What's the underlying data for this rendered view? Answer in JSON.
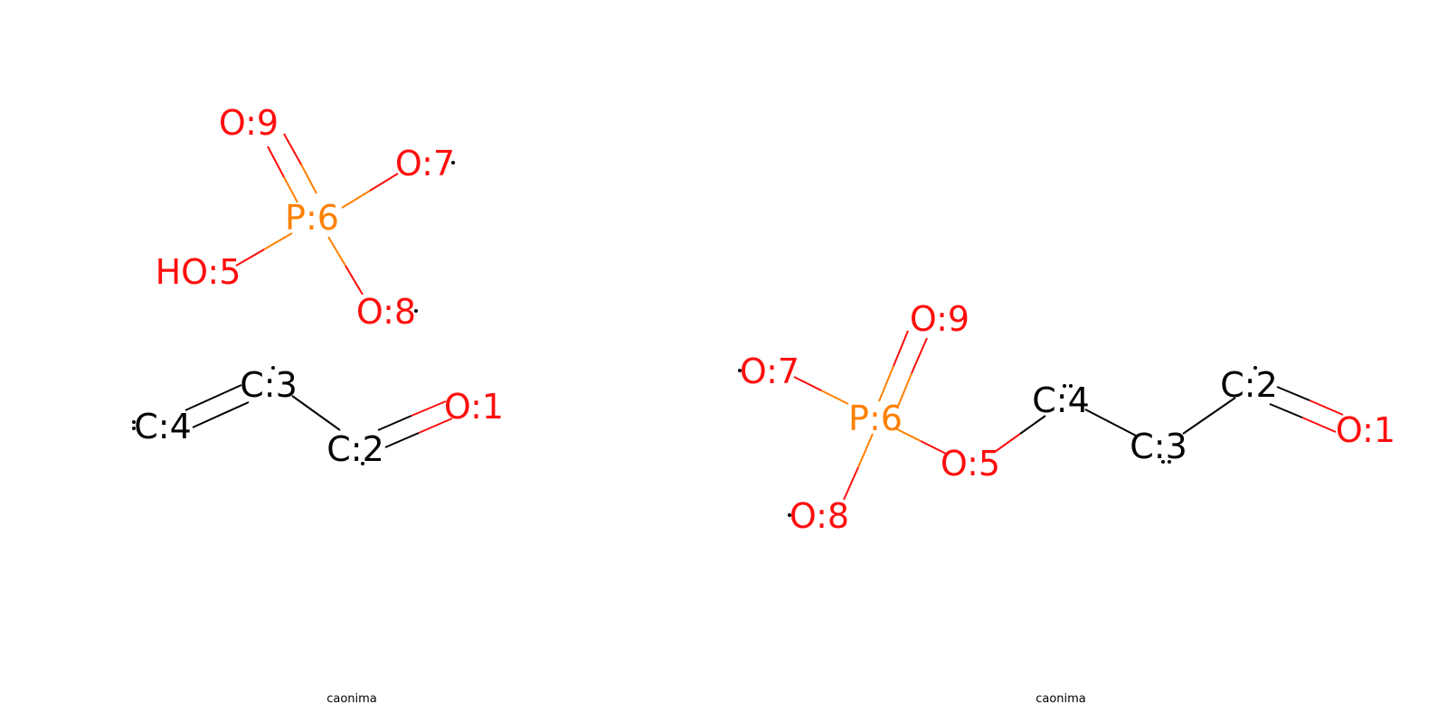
{
  "colors": {
    "oxygen": "#FF0D0D",
    "phosphorus": "#FF8000",
    "carbon": "#000000"
  },
  "panels": [
    {
      "caption": "caonima",
      "atoms": {
        "o9": "O:9",
        "o7": "O:7",
        "p6": "P:6",
        "ho5": "HO:5",
        "o8": "O:8",
        "c3": "C:3",
        "c4": "C:4",
        "c2": "C:2",
        "o1": "O:1"
      }
    },
    {
      "caption": "caonima",
      "atoms": {
        "o9": "O:9",
        "o7": "O:7",
        "p6": "P:6",
        "o5": "O:5",
        "o8": "O:8",
        "c4": "C:4",
        "c3": "C:3",
        "c2": "C:2",
        "o1": "O:1"
      }
    }
  ]
}
